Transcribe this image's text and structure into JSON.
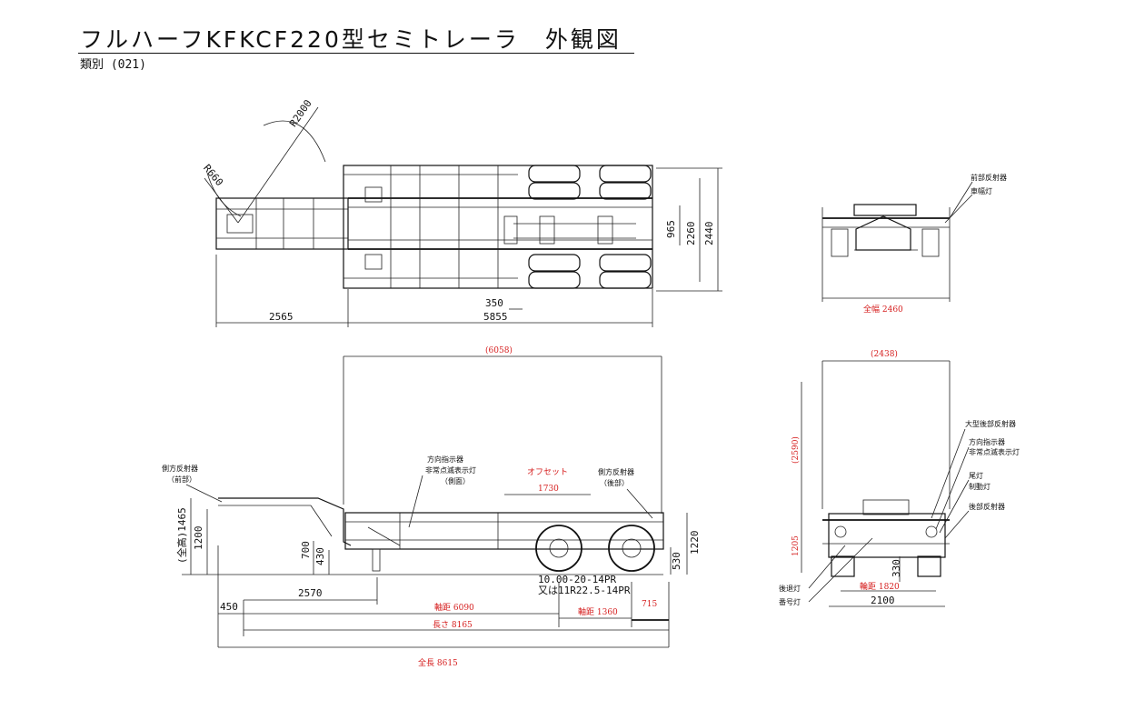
{
  "title": "フルハーフKFKCF220型セミトレーラ　外観図",
  "subtitle": "類別 (021)",
  "top_view": {
    "radius_large": "R2000",
    "radius_small": "R660",
    "dim_2565": "2565",
    "dim_5855": "5855",
    "dim_350": "350",
    "dim_965": "965",
    "dim_2260": "2260",
    "dim_2440": "2440"
  },
  "front_view": {
    "label_front_reflector": "前部反射器",
    "label_width_lamp": "車幅灯",
    "overall_width": "全幅 2460"
  },
  "side_view": {
    "container_length": "(6058)",
    "label_side_reflector_front": "側方反射器",
    "label_side_reflector_front_sub": "（前部）",
    "label_turn_signal": "方向指示器",
    "label_hazard": "非常点滅表示灯",
    "label_turn_signal_sub": "（側面）",
    "label_offset": "オフセット",
    "dim_offset": "1730",
    "label_side_reflector_rear": "側方反射器",
    "label_side_reflector_rear_sub": "（後部）",
    "dim_height_total": "(全高)1465",
    "dim_1200": "1200",
    "dim_700": "700",
    "dim_430": "430",
    "dim_530": "530",
    "dim_1220": "1220",
    "tire_spec_1": "10.00-20-14PR",
    "tire_spec_2": "又は11R22.5-14PR",
    "dim_450": "450",
    "dim_2570": "2570",
    "wheelbase": "軸距 6090",
    "axle_distance": "軸距 1360",
    "dim_715": "715",
    "body_length": "長さ 8165",
    "overall_length": "全長 8615"
  },
  "rear_view": {
    "container_width": "(2438)",
    "container_height": "(2590)",
    "dim_1205": "1205",
    "label_large_rear_reflector": "大型後部反射器",
    "label_turn_signal": "方向指示器",
    "label_hazard": "非常点滅表示灯",
    "label_tail_lamp": "尾灯",
    "label_brake_lamp": "制動灯",
    "label_rear_reflector": "後部反射器",
    "label_reverse_lamp": "後退灯",
    "label_plate_lamp": "番号灯",
    "dim_330": "330",
    "track": "輪距 1820",
    "dim_2100": "2100"
  }
}
